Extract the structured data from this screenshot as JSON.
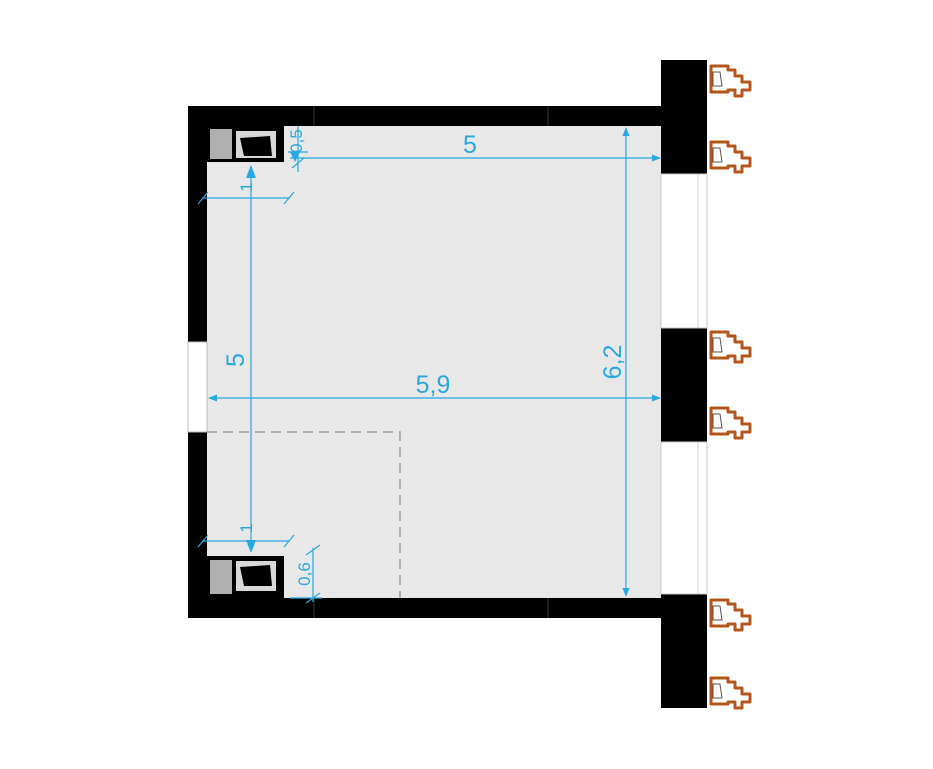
{
  "dimensions": {
    "top_width": "5",
    "inner_width": "5,9",
    "height_right": "6,2",
    "height_left": "5",
    "offset_top_horizontal": "1",
    "offset_top_vertical": "0,5",
    "offset_bottom_horizontal": "1",
    "offset_bottom_vertical": "0,6"
  },
  "colors": {
    "wall": "#000000",
    "floor": "#e8e8e8",
    "dimension": "#29a8e0",
    "fixture": "#b0b0b0",
    "ornament": "#b5541b",
    "dashed": "#9a9a9a"
  }
}
